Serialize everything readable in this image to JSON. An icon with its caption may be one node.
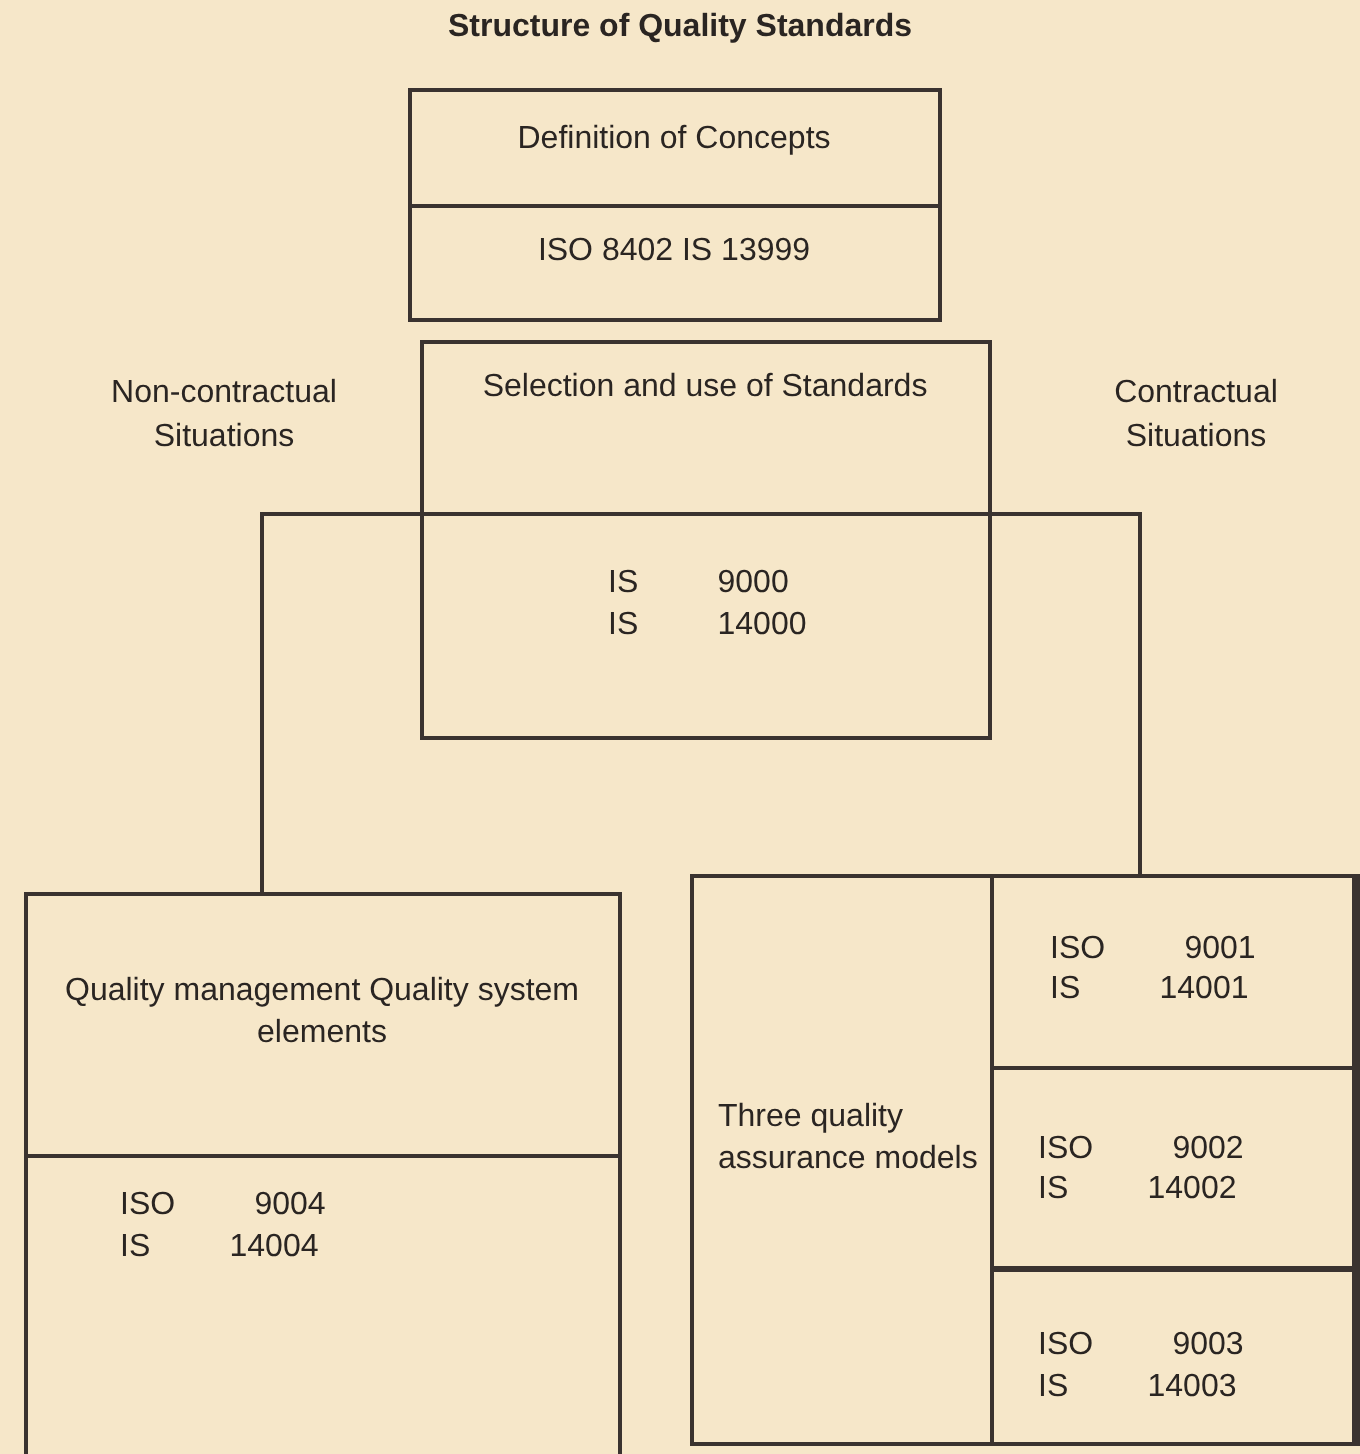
{
  "diagram": {
    "title": "Structure of Quality Standards",
    "nodes": [
      {
        "text": [
          "Definition of Concepts",
          "ISO 8402 IS 13999"
        ]
      },
      {
        "text": [
          "Selection and use of Standards",
          "IS 9000 IS 14000"
        ]
      },
      {
        "text": [
          "Quality management Quality system elements",
          "ISO 9004 IS 14004"
        ]
      },
      {
        "text": [
          "Three quality assurance models"
        ]
      },
      {
        "text": [
          "ISO 9001 IS 14001"
        ],
        "in": 3
      },
      {
        "text": [
          "ISO 9002 IS 14002"
        ],
        "in": 3
      },
      {
        "text": [
          "ISO 9003 IS 14003"
        ],
        "in": 3
      }
    ],
    "edges": [
      {
        "from": 1,
        "to": 2,
        "arrow": "none"
      },
      {
        "from": 1,
        "to": 3,
        "arrow": "none"
      }
    ],
    "labels": [
      "Non-contractual Situations",
      "Contractual Situations"
    ]
  }
}
